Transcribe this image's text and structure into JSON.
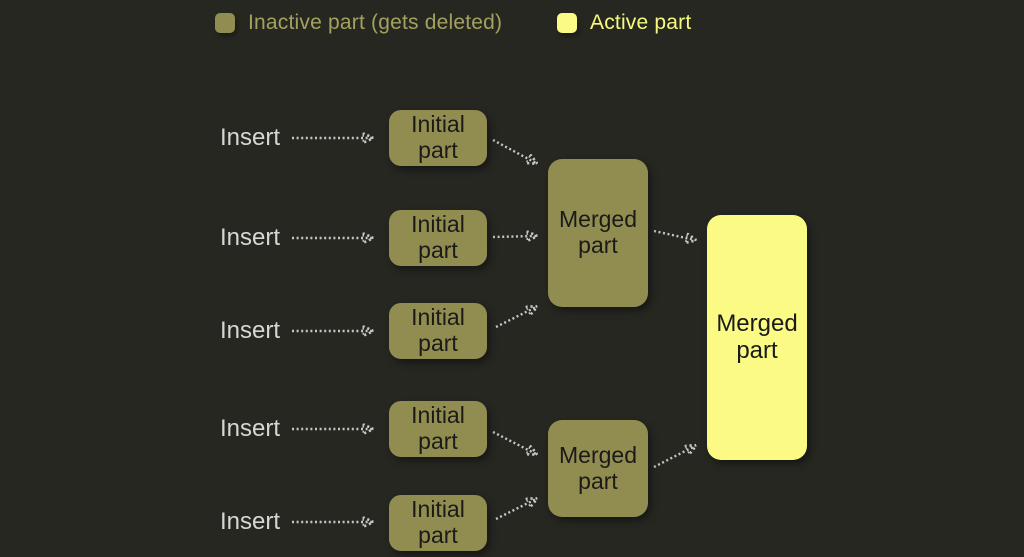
{
  "legend": {
    "items": [
      {
        "label": "Inactive part (gets deleted)",
        "swatch_color": "#918d51"
      },
      {
        "label": "Active part",
        "swatch_color": "#fafa85"
      }
    ]
  },
  "nodes": {
    "inserts": [
      "Insert",
      "Insert",
      "Insert",
      "Insert",
      "Insert"
    ],
    "initial_parts": [
      "Initial part",
      "Initial part",
      "Initial part",
      "Initial part",
      "Initial part"
    ],
    "merged_inactive": [
      "Merged part",
      "Merged part"
    ],
    "merged_active": "Merged part"
  },
  "colors": {
    "background": "#272722",
    "inactive": "#918d51",
    "active": "#fafa85",
    "legend_inactive_text": "#a4a15e",
    "legend_active_text": "#f7f87d",
    "insert_text": "#d6d6d4",
    "box_text": "#1a1a18",
    "arrow": "#c6c6c6"
  }
}
